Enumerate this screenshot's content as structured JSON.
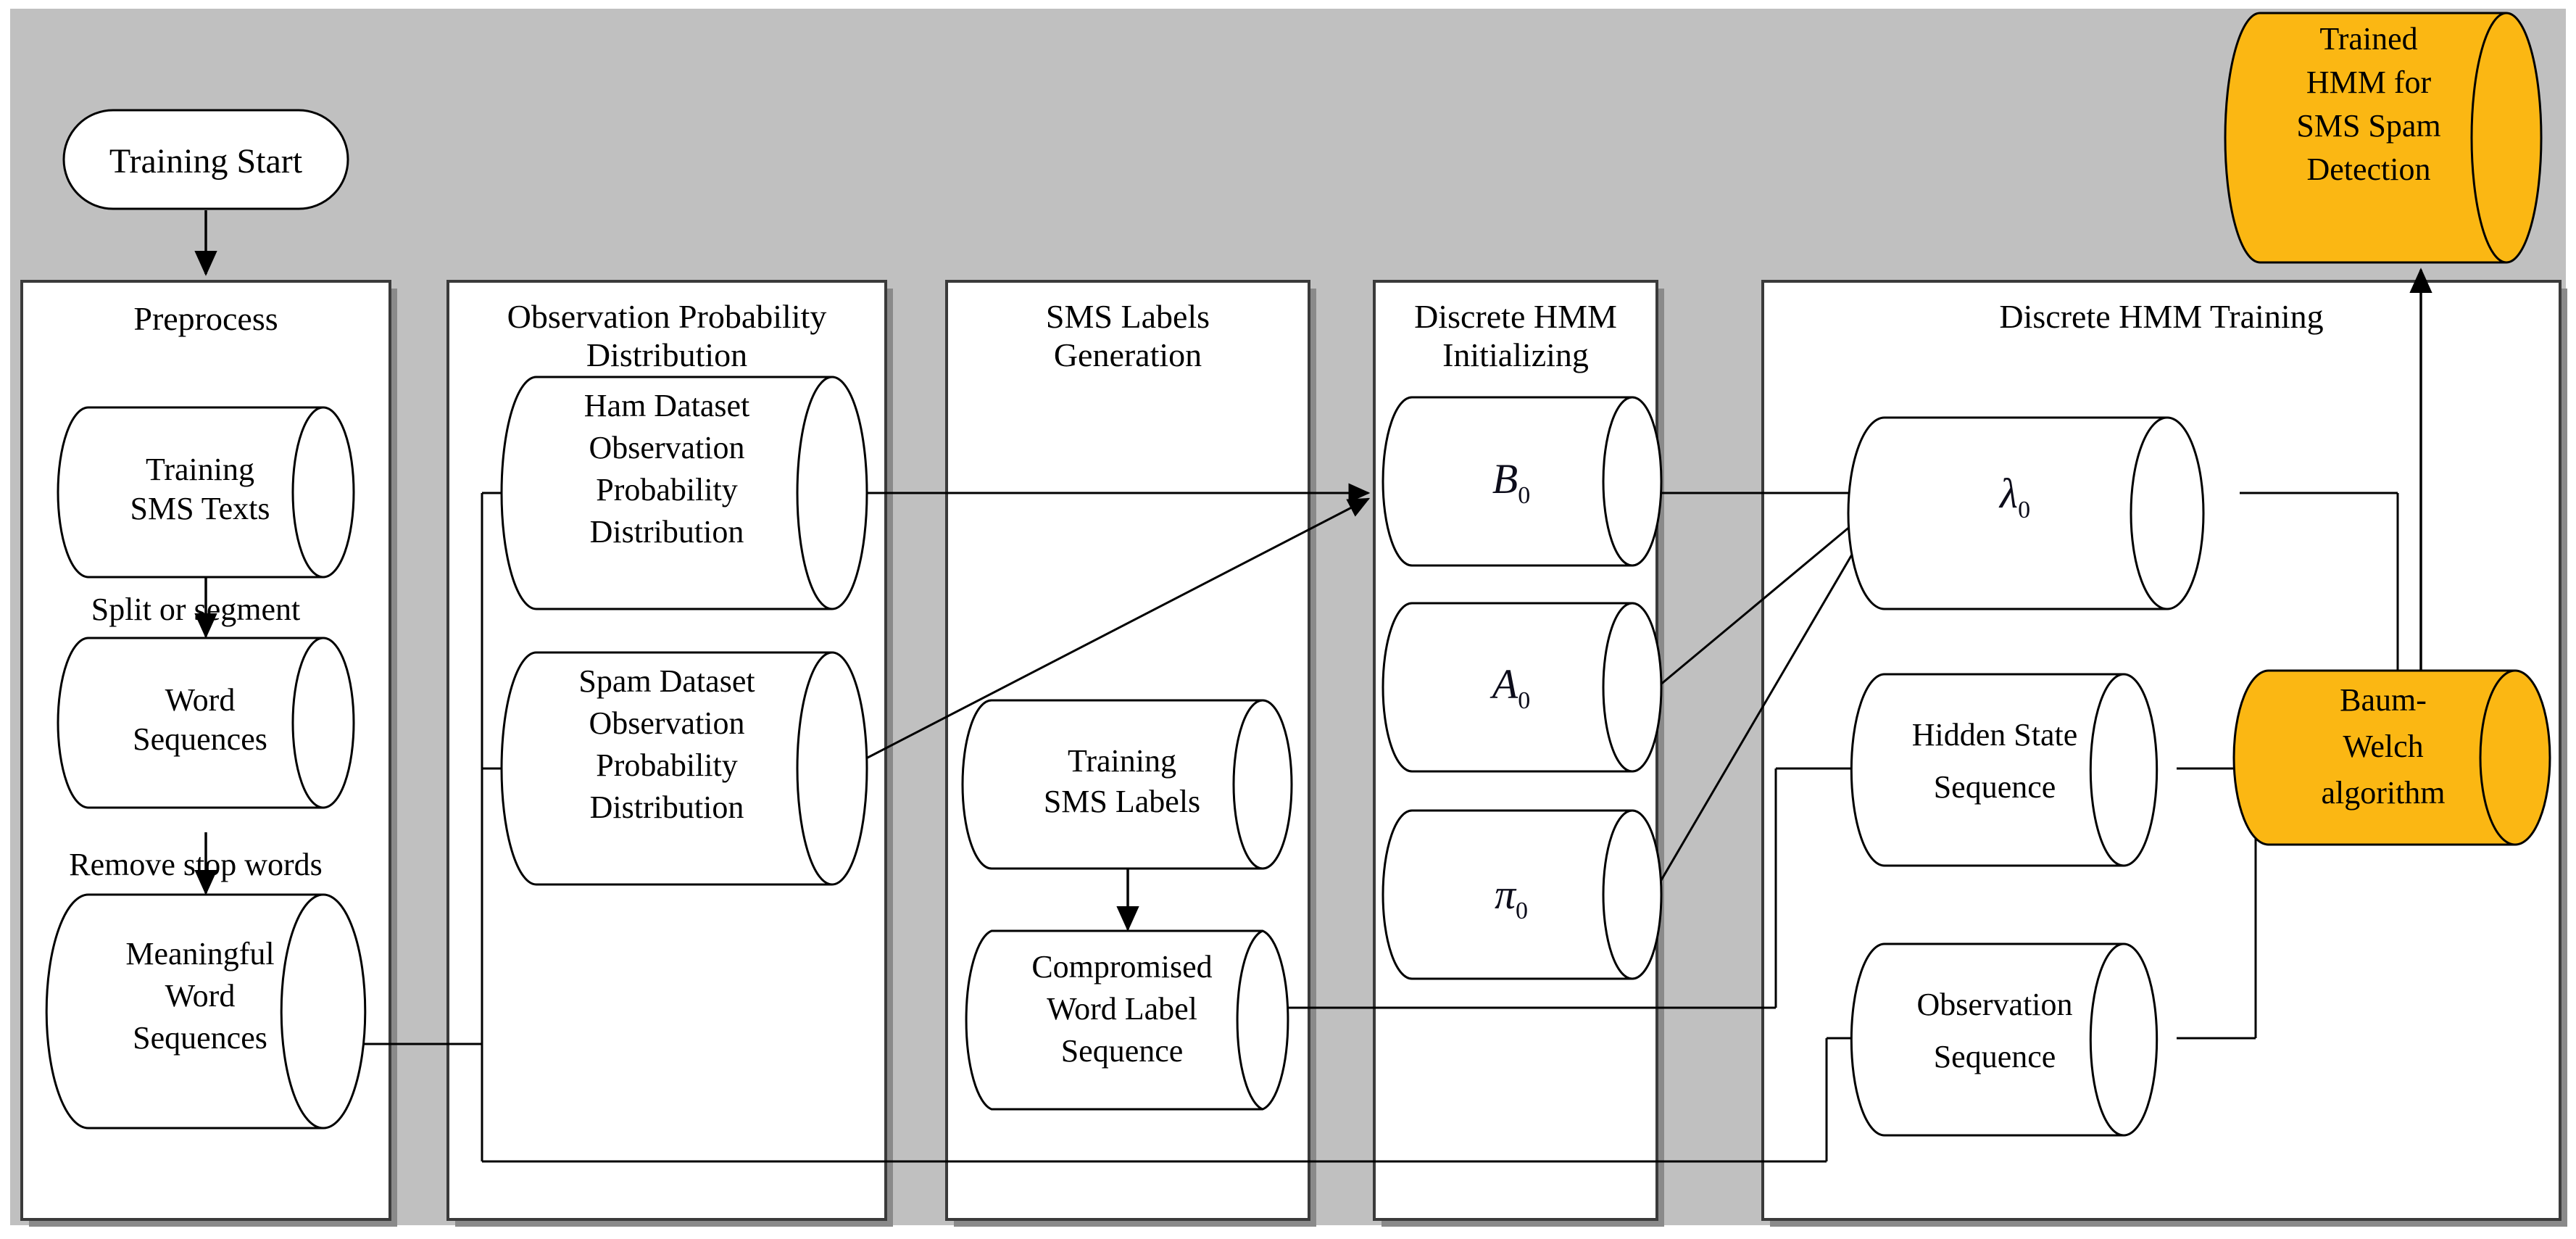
{
  "diagram": {
    "title": "HMM SMS Spam Detection Training Pipeline",
    "background_color": "#C0C0C0",
    "accent_color": "#FBB713",
    "start_node": {
      "label": "Training Start"
    },
    "output_node": {
      "label_lines": [
        "Trained",
        "HMM for",
        "SMS Spam",
        "Detection"
      ]
    },
    "columns": [
      {
        "id": "preprocess",
        "title_lines": [
          "Preprocess"
        ],
        "nodes": [
          {
            "id": "training-sms-texts",
            "label_lines": [
              "Training",
              "SMS Texts"
            ]
          },
          {
            "id": "word-sequences",
            "label_lines": [
              "Word",
              "Sequences"
            ]
          },
          {
            "id": "meaningful-word-sequences",
            "label_lines": [
              "Meaningful",
              "Word",
              "Sequences"
            ]
          }
        ],
        "edge_labels": [
          "Split or segment",
          "Remove stop words"
        ]
      },
      {
        "id": "observation-probability-distribution",
        "title_lines": [
          "Observation Probability",
          "Distribution"
        ],
        "nodes": [
          {
            "id": "ham-dataset-opd",
            "label_lines": [
              "Ham Dataset",
              "Observation",
              "Probability",
              "Distribution"
            ]
          },
          {
            "id": "spam-dataset-opd",
            "label_lines": [
              "Spam Dataset",
              "Observation",
              "Probability",
              "Distribution"
            ]
          }
        ],
        "edge_labels": []
      },
      {
        "id": "sms-labels-generation",
        "title_lines": [
          "SMS Labels",
          "Generation"
        ],
        "nodes": [
          {
            "id": "training-sms-labels",
            "label_lines": [
              "Training",
              "SMS Labels"
            ]
          },
          {
            "id": "compromised-word-label-sequence",
            "label_lines": [
              "Compromised",
              "Word Label",
              "Sequence"
            ]
          }
        ],
        "edge_labels": []
      },
      {
        "id": "discrete-hmm-initializing",
        "title_lines": [
          "Discrete HMM",
          "Initializing"
        ],
        "nodes": [
          {
            "id": "b0",
            "symbol": "B",
            "subscript": "0"
          },
          {
            "id": "a0",
            "symbol": "A",
            "subscript": "0"
          },
          {
            "id": "pi0",
            "symbol": "π",
            "subscript": "0"
          }
        ],
        "edge_labels": []
      },
      {
        "id": "discrete-hmm-training",
        "title_lines": [
          "Discrete HMM Training"
        ],
        "nodes": [
          {
            "id": "lambda0",
            "symbol": "λ",
            "subscript": "0"
          },
          {
            "id": "hidden-state-sequence",
            "label_lines": [
              "Hidden State",
              "Sequence"
            ]
          },
          {
            "id": "observation-sequence",
            "label_lines": [
              "Observation",
              "Sequence"
            ]
          },
          {
            "id": "baum-welch-algorithm",
            "label_lines": [
              "Baum-",
              "Welch",
              "algorithm"
            ]
          }
        ],
        "edge_labels": []
      }
    ]
  }
}
